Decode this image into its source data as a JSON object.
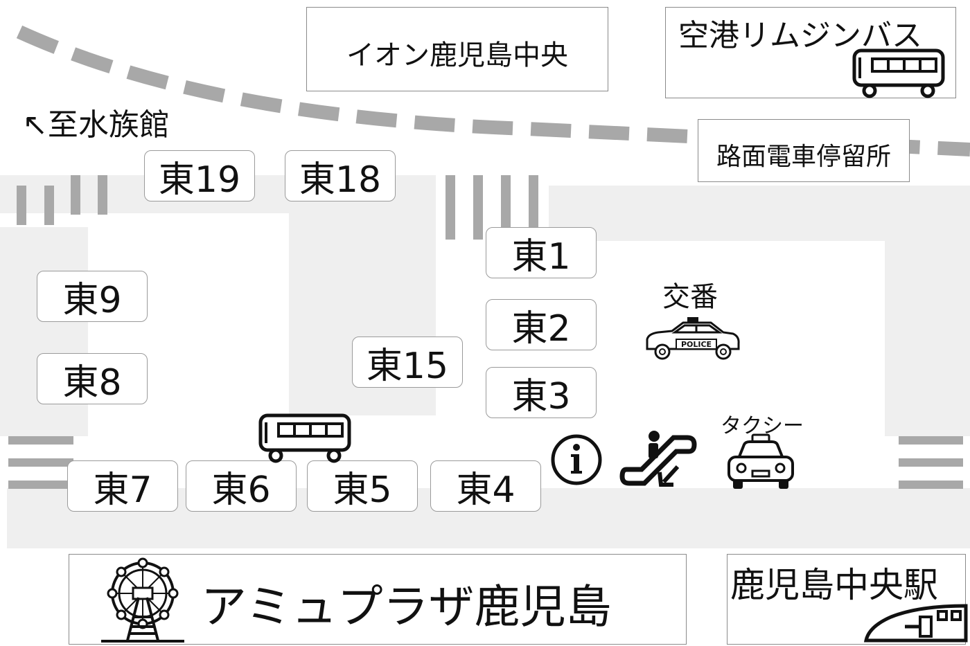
{
  "landmarks": {
    "aeon": "イオン鹿児島中央",
    "limousine": "空港リムジンバス",
    "tram_stop": "路面電車停留所",
    "aquarium": "↖至水族館",
    "koban": "交番",
    "taxi": "タクシー",
    "amu_plaza": "アミュプラザ鹿児島",
    "station": "鹿児島中央駅",
    "police_car_text": "POLICE"
  },
  "bus_stops": {
    "e19": "東19",
    "e18": "東18",
    "e1": "東1",
    "e2": "東2",
    "e3": "東3",
    "e9": "東9",
    "e8": "東8",
    "e15": "東15",
    "e7": "東7",
    "e6": "東6",
    "e5": "東5",
    "e4": "東4"
  },
  "icons": {
    "bus": "bus-icon",
    "limo_bus": "bus-icon",
    "police": "police-car-icon",
    "taxi": "taxi-icon",
    "info": "information-icon",
    "escalator": "escalator-down-icon",
    "ferris": "ferris-wheel-icon",
    "train": "shinkansen-icon"
  },
  "colors": {
    "road": "#efefef",
    "tram_line": "#a8a8a8",
    "border": "#9a9a9a"
  }
}
